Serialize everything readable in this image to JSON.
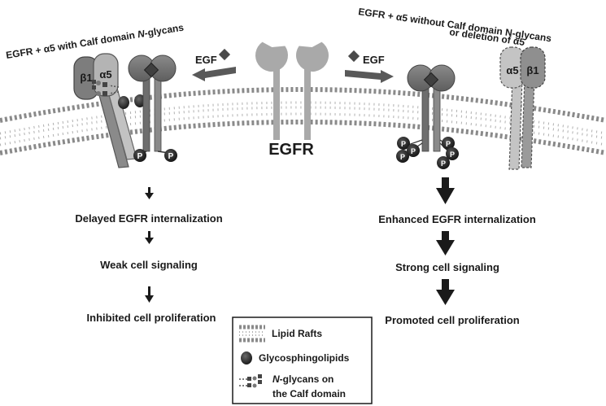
{
  "left_panel": {
    "title_prefix": "EGFR + α5 with Calf domain ",
    "title_italic": "N",
    "title_suffix": "-glycans",
    "integrin_beta": "β1",
    "integrin_alpha": "α5",
    "phospho": "P",
    "ligand": "EGF",
    "steps": [
      "Delayed EGFR internalization",
      "Weak cell signaling",
      "Inhibited cell proliferation"
    ]
  },
  "right_panel": {
    "title_line1": "EGFR + α5 without Calf domain N-glycans",
    "title_line2": "or deletion of α5",
    "integrin_alpha": "α5",
    "integrin_beta": "β1",
    "phospho": "P",
    "ligand": "EGF",
    "steps": [
      "Enhanced EGFR internalization",
      "Strong cell signaling",
      "Promoted cell proliferation"
    ]
  },
  "center": {
    "receptor_label": "EGFR"
  },
  "legend": {
    "items": [
      {
        "icon": "lipid-raft-icon",
        "label": "Lipid Rafts"
      },
      {
        "icon": "glycosphingolipid-icon",
        "label": "Glycosphingolipids"
      },
      {
        "icon": "n-glycan-icon",
        "label_italic": "N",
        "label_rest": "-glycans on",
        "label_line2": "the Calf domain"
      }
    ]
  },
  "colors": {
    "receptor_dark": "#6e6e6e",
    "receptor_light": "#a9a9a9",
    "ligand": "#5a5a5a",
    "integrin_beta": "#7d7d7d",
    "integrin_alpha": "#b4b4b4",
    "phospho": "#2b2b2b",
    "arrow": "#1a1a1a"
  }
}
